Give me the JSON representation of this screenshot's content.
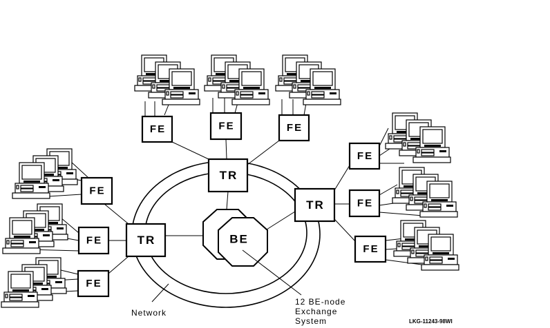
{
  "diagram": {
    "title": "",
    "node_types": {
      "FE": "FE",
      "TR": "TR",
      "BE": "BE"
    },
    "tr_nodes": [
      {
        "id": "tr-top",
        "label": "TR"
      },
      {
        "id": "tr-right",
        "label": "TR"
      },
      {
        "id": "tr-left",
        "label": "TR"
      }
    ],
    "fe_nodes": [
      {
        "id": "fe-top-1",
        "label": "FE",
        "connects_to": "tr-top"
      },
      {
        "id": "fe-top-2",
        "label": "FE",
        "connects_to": "tr-top"
      },
      {
        "id": "fe-top-3",
        "label": "FE",
        "connects_to": "tr-top"
      },
      {
        "id": "fe-right-1",
        "label": "FE",
        "connects_to": "tr-right"
      },
      {
        "id": "fe-right-2",
        "label": "FE",
        "connects_to": "tr-right"
      },
      {
        "id": "fe-right-3",
        "label": "FE",
        "connects_to": "tr-right"
      },
      {
        "id": "fe-left-1",
        "label": "FE",
        "connects_to": "tr-left"
      },
      {
        "id": "fe-left-2",
        "label": "FE",
        "connects_to": "tr-left"
      },
      {
        "id": "fe-left-3",
        "label": "FE",
        "connects_to": "tr-left"
      }
    ],
    "be_node": {
      "label": "BE"
    },
    "workstations_per_fe": 3,
    "annotations": {
      "network": "Network",
      "be_system_line1": "12 BE-node",
      "be_system_line2": "Exchange",
      "be_system_line3": "System"
    },
    "figure_code": "LKG-11243-98WI"
  }
}
